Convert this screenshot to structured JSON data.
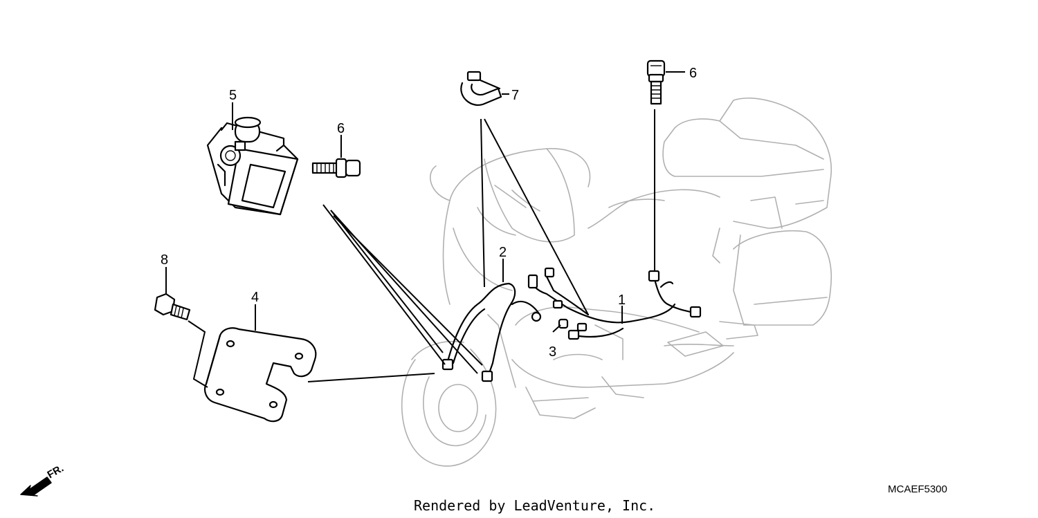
{
  "callouts": [
    {
      "id": "1",
      "text": "1"
    },
    {
      "id": "2",
      "text": "2"
    },
    {
      "id": "3",
      "text": "3"
    },
    {
      "id": "4",
      "text": "4"
    },
    {
      "id": "5",
      "text": "5"
    },
    {
      "id": "6a",
      "text": "6"
    },
    {
      "id": "6b",
      "text": "6"
    },
    {
      "id": "7",
      "text": "7"
    },
    {
      "id": "8",
      "text": "8"
    }
  ],
  "diagram_code": "MCAEF5300",
  "credit": "Rendered by LeadVenture, Inc.",
  "direction_label": "FR.",
  "icons": {
    "direction": "front-direction-arrow-icon"
  },
  "colors": {
    "line": "#000000",
    "vehicle_outline": "#b0b0b0",
    "background": "#ffffff"
  }
}
